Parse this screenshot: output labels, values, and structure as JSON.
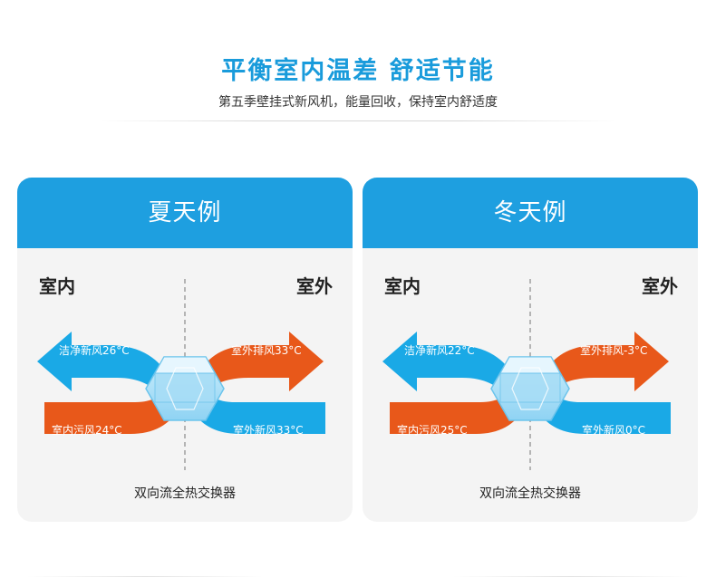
{
  "header": {
    "title": "平衡室内温差 舒适节能",
    "subtitle": "第五季壁挂式新风机，能量回收，保持室内舒适度"
  },
  "colors": {
    "accent_blue": "#1e9fe0",
    "cool_arrow": "#1aa9e6",
    "warm_arrow": "#e8581a",
    "card_bg": "#f4f4f4"
  },
  "cards": [
    {
      "title": "夏天例",
      "indoor_label": "室内",
      "outdoor_label": "室外",
      "clean_air": "洁净新风26°C",
      "indoor_dirty": "室内污风24°C",
      "outdoor_exhaust": "室外排风33°C",
      "outdoor_fresh": "室外新风33°C",
      "caption": "双向流全热交换器"
    },
    {
      "title": "冬天例",
      "indoor_label": "室内",
      "outdoor_label": "室外",
      "clean_air": "洁净新风22°C",
      "indoor_dirty": "室内污风25°C",
      "outdoor_exhaust": "室外排风-3°C",
      "outdoor_fresh": "室外新风0°C",
      "caption": "双向流全热交换器"
    }
  ]
}
